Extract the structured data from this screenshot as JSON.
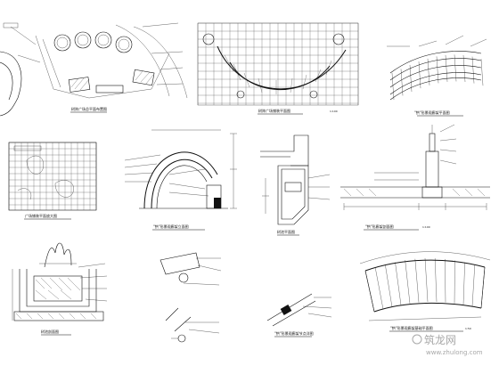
{
  "sheet": {
    "drawings": [
      {
        "id": "d1",
        "caption": "树阵广场总平面布置图"
      },
      {
        "id": "d2",
        "caption": "树阵广场铺装平面图"
      },
      {
        "id": "d3",
        "caption": "\"拱\"形景观廊架平面图"
      },
      {
        "id": "d4",
        "caption": "广场铺装平面放大图"
      },
      {
        "id": "d5",
        "caption": "\"拱\"形景观廊架立面图"
      },
      {
        "id": "d6",
        "caption": "树池平面图"
      },
      {
        "id": "d7",
        "caption": "\"拱\"形廊架剖面图"
      },
      {
        "id": "d8",
        "caption": "树池剖面图"
      },
      {
        "id": "d9",
        "caption": "\"拱\"形景观廊架节点详图"
      },
      {
        "id": "d10",
        "caption": "\"拱\"形景观廊架基础平面图"
      }
    ],
    "scale_notes": [
      "1:100",
      "1:100",
      "1:50"
    ]
  },
  "watermark": {
    "text": "筑龙网",
    "url": "www.zhulong.com"
  },
  "colors": {
    "line": "#111111",
    "background": "#ffffff",
    "watermark": "#a8a8a8"
  }
}
